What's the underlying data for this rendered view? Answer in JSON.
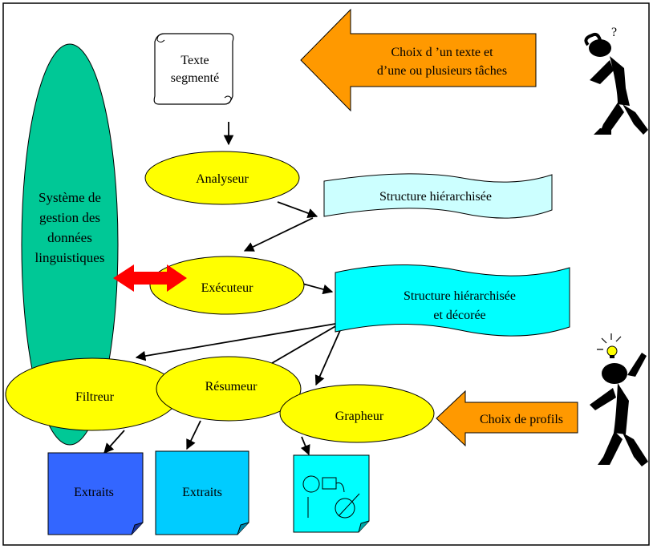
{
  "nodes": {
    "texte": {
      "line1": "Texte",
      "line2": "segmenté"
    },
    "choix_texte": {
      "line1": "Choix d ’un texte et",
      "line2": "d’une ou plusieurs tâches"
    },
    "systeme": {
      "line1": "Système de",
      "line2": "gestion des",
      "line3": "données",
      "line4": "linguistiques"
    },
    "analyseur": {
      "label": "Analyseur"
    },
    "structure1": {
      "label": "Structure hiérarchisée"
    },
    "executeur": {
      "label": "Exécuteur"
    },
    "structure2": {
      "line1": "Structure hiérarchisée",
      "line2": "et décorée"
    },
    "filtreur": {
      "label": "Filtreur"
    },
    "resumeur": {
      "label": "Résumeur"
    },
    "grapheur": {
      "label": "Grapheur"
    },
    "choix_profils": {
      "label": "Choix de profils"
    },
    "extraits1": {
      "label": "Extraits"
    },
    "extraits2": {
      "label": "Extraits"
    }
  },
  "colors": {
    "yellow": "#ffff00",
    "green": "#00c896",
    "orange": "#ff9900",
    "light_cyan": "#ccffff",
    "cyan": "#00ffff",
    "blue_dark": "#3366ff",
    "blue_mid": "#00ccff",
    "red": "#ff0000"
  },
  "icons": [
    "scroll-icon",
    "thinking-person-icon",
    "idea-person-icon",
    "graph-document-icon"
  ]
}
